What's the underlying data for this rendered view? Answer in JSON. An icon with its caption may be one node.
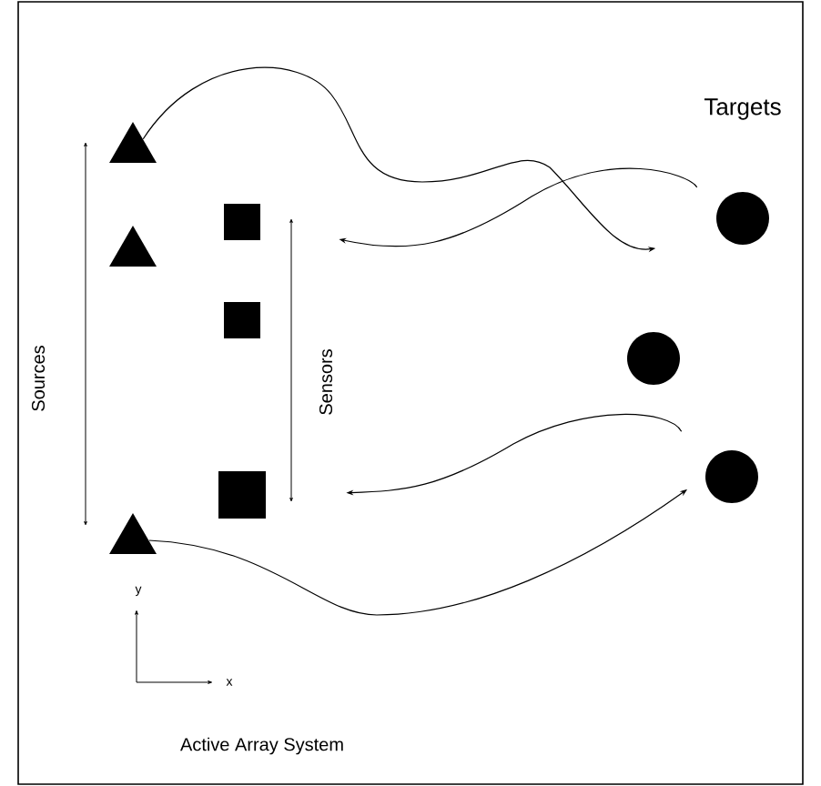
{
  "diagram": {
    "nodes": [
      {
        "text": [],
        "shape": "triangle"
      },
      {
        "text": [],
        "shape": "triangle"
      },
      {
        "text": [],
        "shape": "triangle"
      },
      {
        "text": [],
        "shape": "box"
      },
      {
        "text": [],
        "shape": "box"
      },
      {
        "text": [],
        "shape": "box"
      },
      {
        "text": [],
        "shape": "circle"
      },
      {
        "text": [],
        "shape": "circle"
      },
      {
        "text": [],
        "shape": "circle"
      }
    ],
    "edges": [
      {
        "from": 0,
        "to": 6,
        "arrow": "to"
      },
      {
        "from": 6,
        "to": 3,
        "arrow": "to"
      },
      {
        "from": 2,
        "to": 8,
        "arrow": "to"
      },
      {
        "from": 8,
        "to": 5,
        "arrow": "to"
      }
    ],
    "labels": [
      "Targets",
      "Sources",
      "Sensors",
      "y",
      "x",
      "Active Array System"
    ]
  }
}
